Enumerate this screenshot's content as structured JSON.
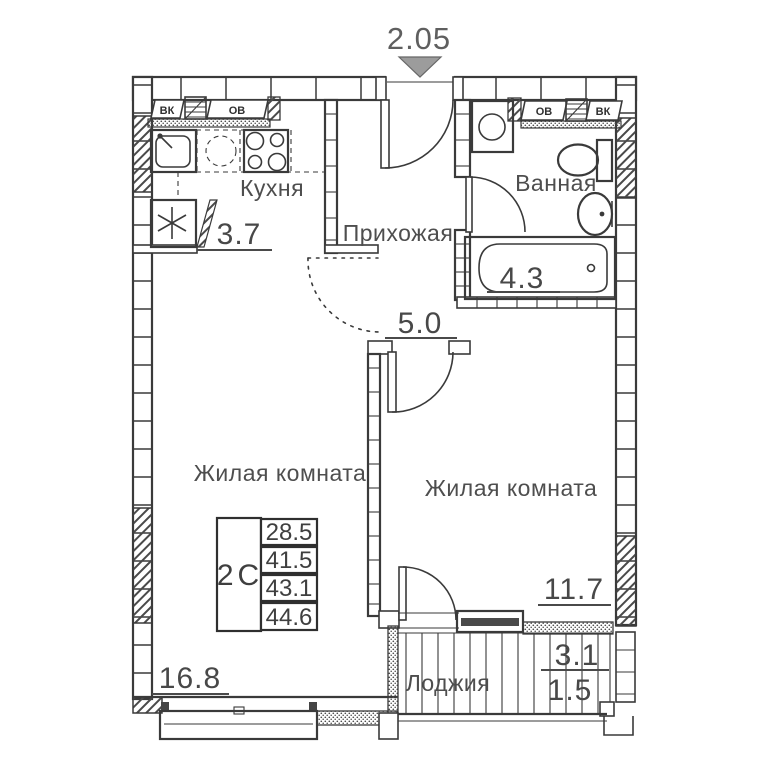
{
  "dimension_top": "2.05",
  "rooms": {
    "kitchen": {
      "name": "Кухня",
      "area": "3.7"
    },
    "hallway": {
      "name": "Прихожая",
      "area": "5.0"
    },
    "bathroom": {
      "name": "Ванная",
      "area": "4.3"
    },
    "living_left": {
      "name": "Жилая комната",
      "area": "16.8"
    },
    "living_right": {
      "name": "Жилая комната",
      "area": "11.7"
    },
    "loggia": {
      "name": "Лоджия",
      "area_total": "3.1",
      "area_counted": "1.5"
    }
  },
  "info_table": {
    "type": "2С",
    "rows": [
      "28.5",
      "41.5",
      "43.1",
      "44.6"
    ]
  },
  "shafts": {
    "top_left": [
      "ВК",
      "ОВ"
    ],
    "top_right": [
      "ОВ",
      "ВК"
    ]
  },
  "colors": {
    "line": "#3a3a3a",
    "text": "#4a4a4a",
    "arrow_fill": "#9c9c9c",
    "window_glass": "#4a4a4a",
    "background": "#ffffff"
  }
}
